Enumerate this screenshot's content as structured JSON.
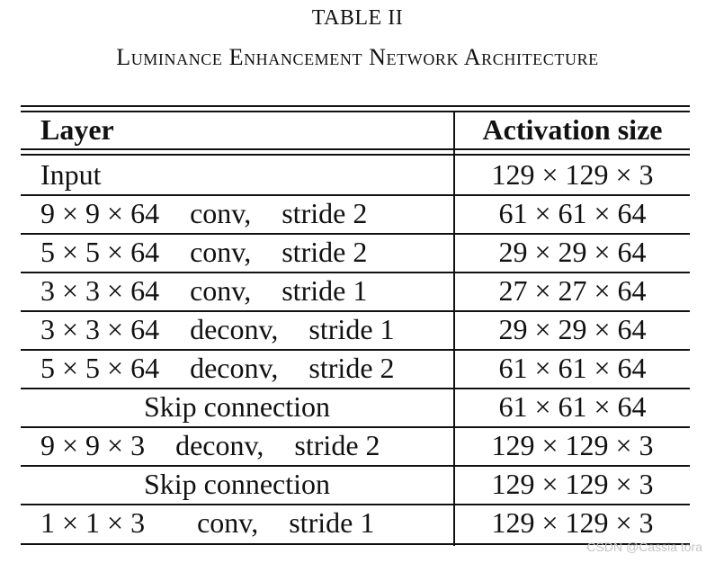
{
  "caption": {
    "label": "TABLE II",
    "title": "Luminance Enhancement Network Architecture"
  },
  "table": {
    "headers": {
      "layer": "Layer",
      "activation": "Activation size"
    },
    "rows": [
      {
        "size": "Input",
        "op": "",
        "stride": "",
        "activation": "129 × 129 × 3"
      },
      {
        "size": "9 × 9 × 64",
        "op": "conv,",
        "stride": "stride 2",
        "activation": "61 × 61 × 64"
      },
      {
        "size": "5 × 5 × 64",
        "op": "conv,",
        "stride": "stride 2",
        "activation": "29 × 29 × 64"
      },
      {
        "size": "3 × 3 × 64",
        "op": "conv,",
        "stride": "stride 1",
        "activation": "27 × 27 × 64"
      },
      {
        "size": "3 × 3 × 64",
        "op": "deconv,",
        "stride": "stride 1",
        "activation": "29 × 29 × 64"
      },
      {
        "size": "5 × 5 × 64",
        "op": "deconv,",
        "stride": "stride 2",
        "activation": "61 × 61 × 64"
      },
      {
        "size": "Skip connection",
        "op": "",
        "stride": "",
        "activation": "61 × 61 × 64"
      },
      {
        "size": "9 × 9 × 3",
        "op": "deconv,",
        "stride": "stride 2",
        "activation": "129 × 129 × 3"
      },
      {
        "size": "Skip connection",
        "op": "",
        "stride": "",
        "activation": "129 × 129 × 3"
      },
      {
        "size": "1 × 1 × 3",
        "op": "conv,",
        "stride": "stride 1",
        "activation": "129 × 129 × 3"
      }
    ]
  },
  "watermark": "CSDN @Cassia tora"
}
